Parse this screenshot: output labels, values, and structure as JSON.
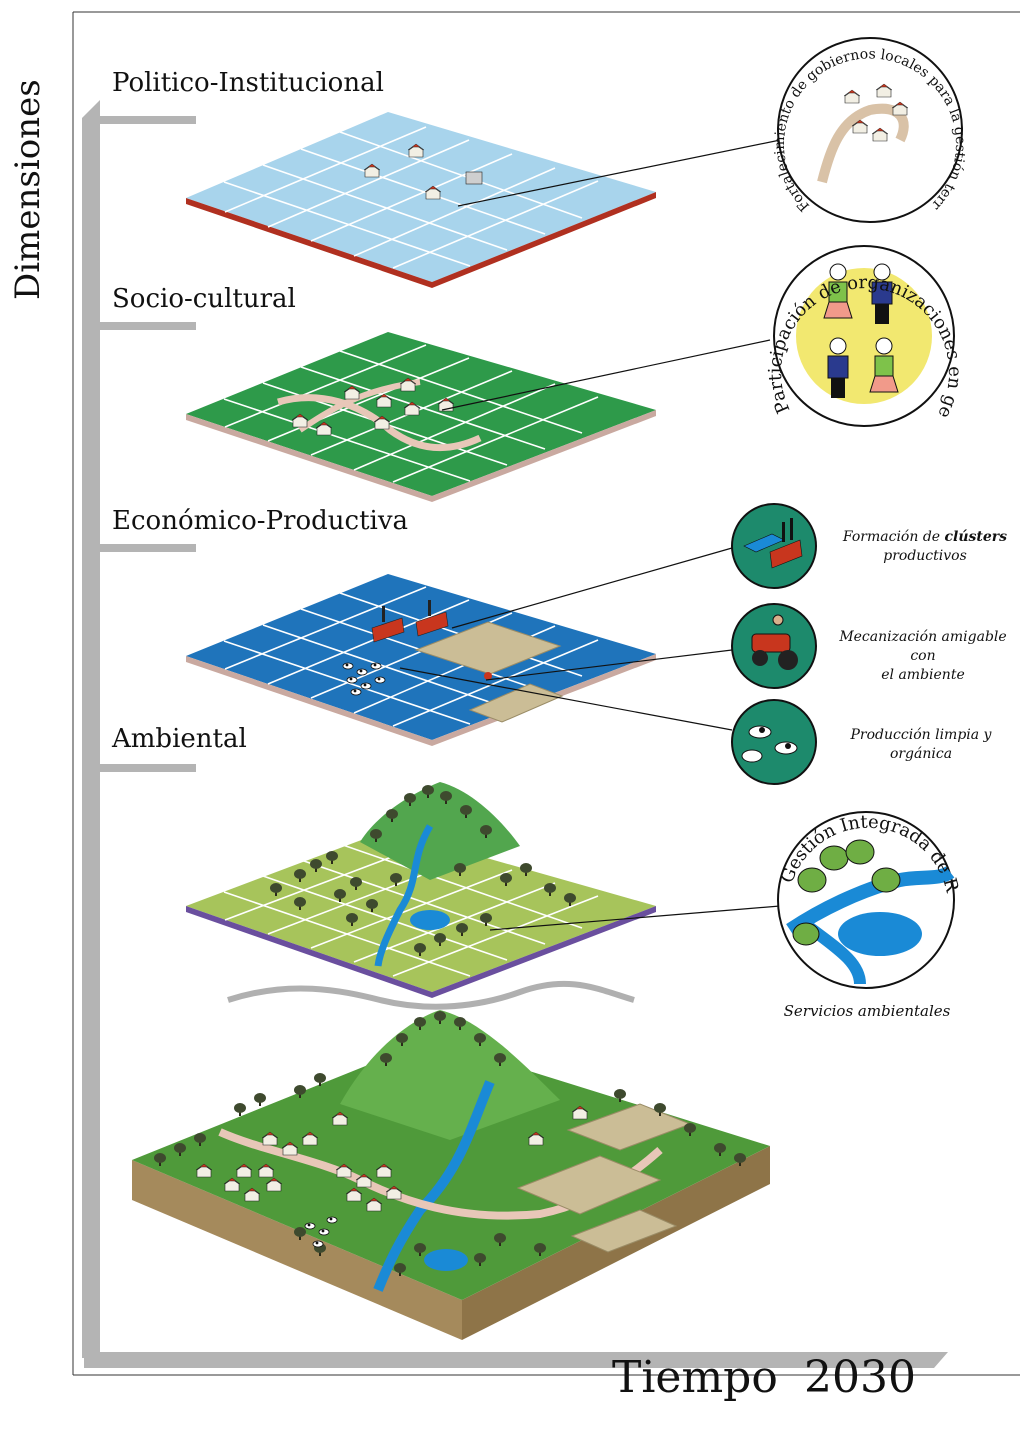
{
  "axis": {
    "vertical_title": "Dimensiones",
    "time_label": "Tiempo",
    "year": "2030"
  },
  "layers": [
    {
      "label": "Politico-Institucional"
    },
    {
      "label": "Socio-cultural"
    },
    {
      "label": "Económico-Productiva"
    },
    {
      "label": "Ambiental"
    }
  ],
  "callouts": {
    "fortalecimiento": "Fortalecimiento de gobiernos locales para la gestión territorial",
    "participacion": "Participación de organizaciones en gestión territorial",
    "clusters_pre": "Formación de ",
    "clusters_bold": "clústers",
    "clusters_post": "productivos",
    "mecanizacion_1": "Mecanización amigable con",
    "mecanizacion_2": "el ambiente",
    "produccion_1": "Producción limpia y",
    "produccion_2": "orgánica",
    "gestion_rrn": "Gestión Integrada de RRN",
    "servicios": "Servicios ambientales"
  },
  "colors": {
    "frame": "#b4b4b4",
    "politico_tile": "#a8d4ec",
    "politico_edge": "#b03020",
    "socio_tile": "#2e9a4a",
    "economico_tile": "#1f74bb",
    "ambiental_tile": "#a7c45b",
    "ambiental_edge": "#6a4f9e",
    "river": "#1a8ad6",
    "tree": "#3e4a2e",
    "soil": "#a58a5c",
    "roof": "#c8361e",
    "teal_circle": "#1d8a6c",
    "yellow_circle": "#f2e870"
  }
}
